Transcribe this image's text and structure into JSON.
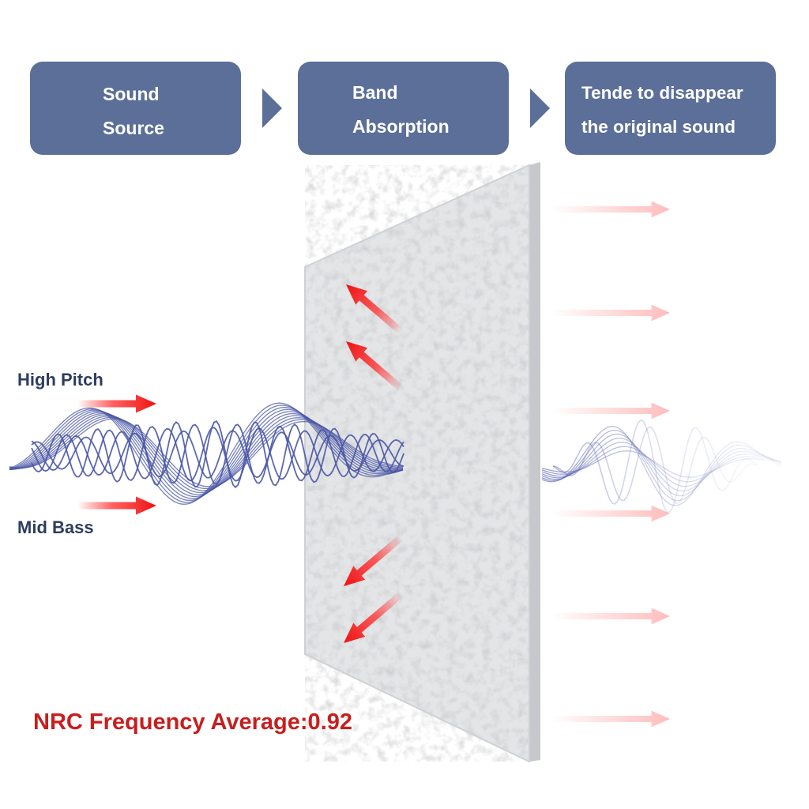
{
  "steps": [
    {
      "line1": "Sound",
      "line2": "Source"
    },
    {
      "line1": "Band",
      "line2": "Absorption"
    },
    {
      "line1": "Tende to disappear",
      "line2": "the original sound"
    }
  ],
  "labels": {
    "high_pitch": "High Pitch",
    "mid_bass": "Mid Bass",
    "nrc": "NRC Frequency Average:0.92"
  },
  "colors": {
    "box_fill": "#5b6f98",
    "chevron": "#5b6f98",
    "label_text": "#2e3d5e",
    "nrc_text": "#c81e1e",
    "wave": "#4a57a6",
    "arrow": "#f01818",
    "panel": "#e4e5e7"
  },
  "icons": {
    "chevron": "chevron-right-icon",
    "arrow": "arrow-right-icon"
  }
}
